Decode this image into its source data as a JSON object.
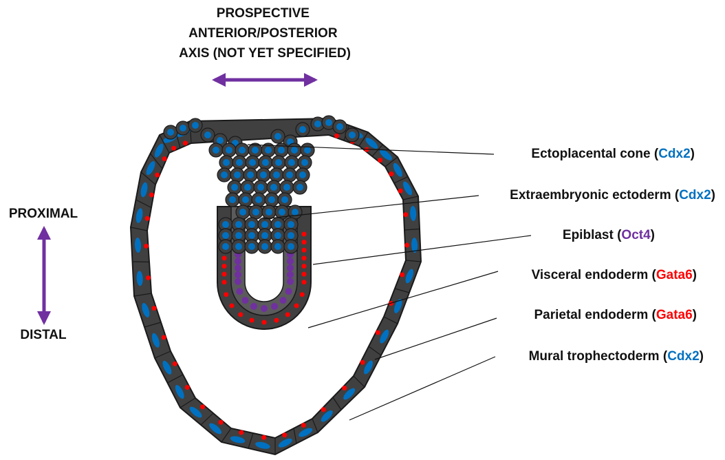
{
  "top_axis": {
    "lines": [
      "PROSPECTIVE",
      "ANTERIOR/POSTERIOR",
      "AXIS (NOT YET SPECIFIED)"
    ]
  },
  "side_axis": {
    "proximal": "PROXIMAL",
    "distal": "DISTAL"
  },
  "colors": {
    "arrow": "#7030a0",
    "cell": "#404040",
    "cell_outline": "#1a1a1a",
    "cdx2": "#0070c0",
    "oct4": "#7030a0",
    "gata6": "#ff0000"
  },
  "labels": [
    {
      "name": "Ectoplacental cone",
      "marker": "Cdx2",
      "marker_color": "#0070c0"
    },
    {
      "name": "Extraembryonic ectoderm",
      "marker": "Cdx2",
      "marker_color": "#0070c0"
    },
    {
      "name": "Epiblast",
      "marker": "Oct4",
      "marker_color": "#7030a0"
    },
    {
      "name": "Visceral endoderm",
      "marker": "Gata6",
      "marker_color": "#ff0000"
    },
    {
      "name": "Parietal endoderm",
      "marker": "Gata6",
      "marker_color": "#ff0000"
    },
    {
      "name": "Mural trophectoderm",
      "marker": "Cdx2",
      "marker_color": "#0070c0"
    }
  ]
}
